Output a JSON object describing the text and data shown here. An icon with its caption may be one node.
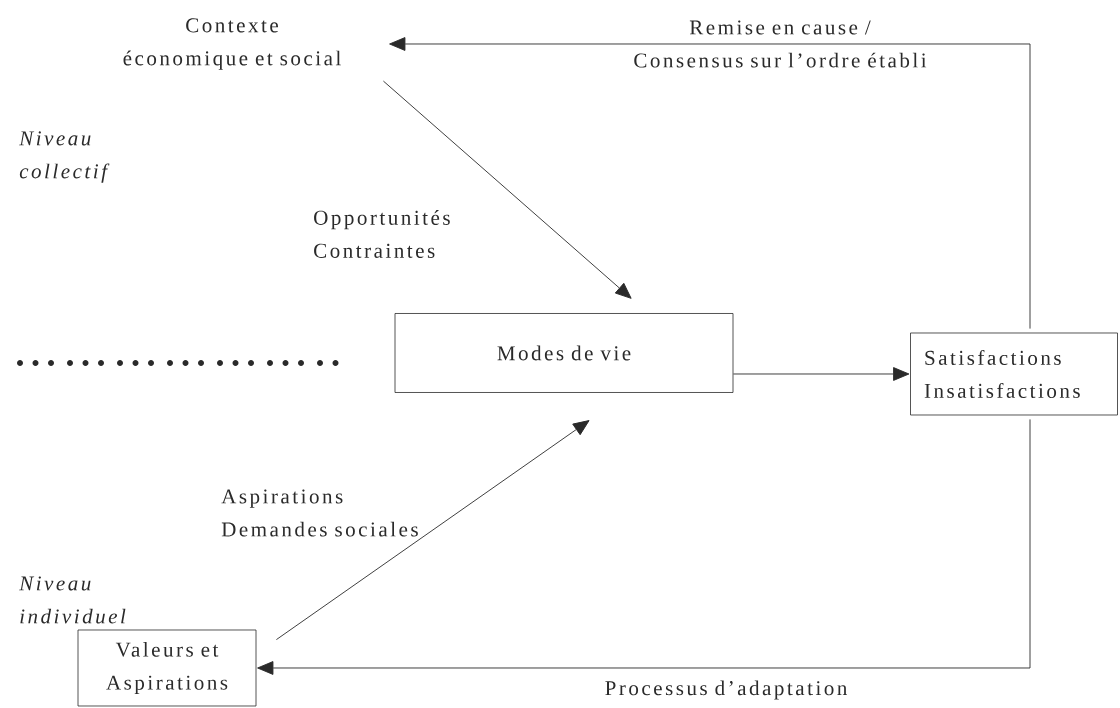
{
  "diagram": {
    "nodes": [
      {
        "text": [
          "Contexte économique et social"
        ]
      },
      {
        "text": [
          "Modes de vie"
        ]
      },
      {
        "text": [
          "Satisfactions",
          "Insatisfactions"
        ]
      },
      {
        "text": [
          "Valeurs et Aspirations"
        ]
      }
    ],
    "edges": [
      {
        "from": 0,
        "to": 1,
        "arrow": "to",
        "label": "Opportunités Contraintes"
      },
      {
        "from": 1,
        "to": 2,
        "arrow": "to"
      },
      {
        "from": 2,
        "to": 0,
        "arrow": "to",
        "label": "Remise en cause / Consensus sur l’ordre établi"
      },
      {
        "from": 2,
        "to": 3,
        "arrow": "to",
        "label": "Processus d’adaptation"
      },
      {
        "from": 3,
        "to": 1,
        "arrow": "to",
        "label": "Aspirations Demandes sociales"
      }
    ],
    "labels": [
      "Niveau collectif",
      "Niveau individuel"
    ]
  }
}
